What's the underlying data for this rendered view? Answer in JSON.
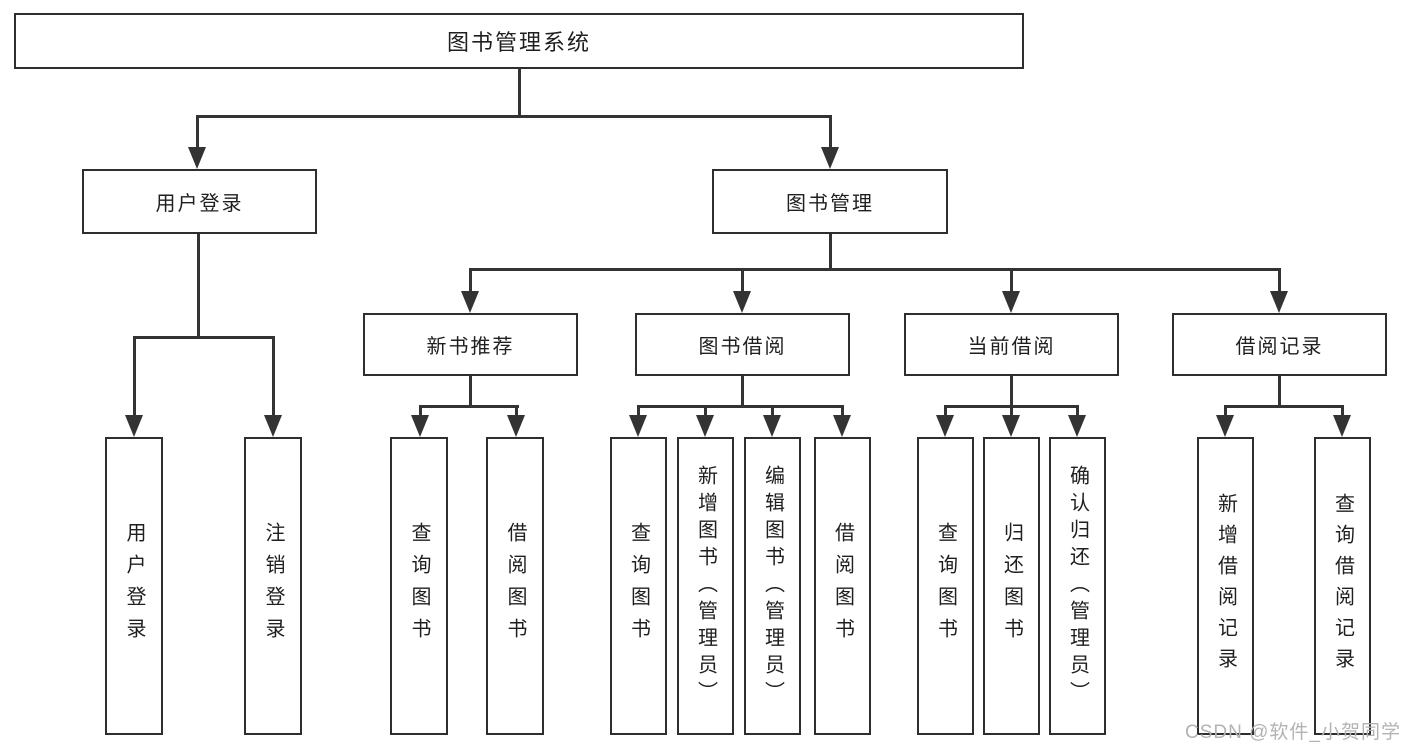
{
  "diagram": {
    "root": {
      "label": "图书管理系统"
    },
    "level2": {
      "user_login": {
        "label": "用户登录"
      },
      "book_mgmt": {
        "label": "图书管理"
      }
    },
    "level3": {
      "new_book": {
        "label": "新书推荐"
      },
      "borrow": {
        "label": "图书借阅"
      },
      "current": {
        "label": "当前借阅"
      },
      "record": {
        "label": "借阅记录"
      }
    },
    "leaves": {
      "user_login": {
        "label": "用户登录"
      },
      "logout": {
        "label": "注销登录"
      },
      "nb_query": {
        "label": "查询图书"
      },
      "nb_borrow": {
        "label": "借阅图书"
      },
      "bb_query": {
        "label": "查询图书"
      },
      "bb_add": {
        "label": "新增图书（管理员）"
      },
      "bb_edit": {
        "label": "编辑图书（管理员）"
      },
      "bb_borrow": {
        "label": "借阅图书"
      },
      "cb_query": {
        "label": "查询图书"
      },
      "cb_return": {
        "label": "归还图书"
      },
      "cb_confirm": {
        "label": "确认归还（管理员）"
      },
      "br_add": {
        "label": "新增借阅记录"
      },
      "br_query": {
        "label": "查询借阅记录"
      }
    }
  },
  "watermark": {
    "text": "CSDN @软件_小贺同学"
  },
  "colors": {
    "line": "#333333",
    "border": "#2e2e2e",
    "text": "#1f1f1f",
    "background": "#ffffff",
    "watermark": "#b3b3b3"
  }
}
